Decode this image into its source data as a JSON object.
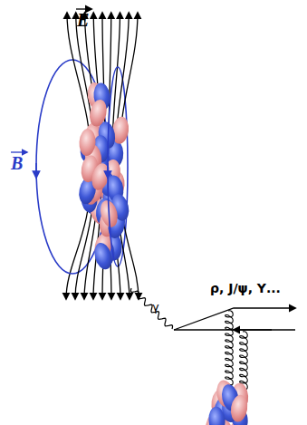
{
  "diagram": {
    "labels": [
      "E",
      "B",
      "γ",
      "ρ, J/ψ, Υ..."
    ]
  }
}
